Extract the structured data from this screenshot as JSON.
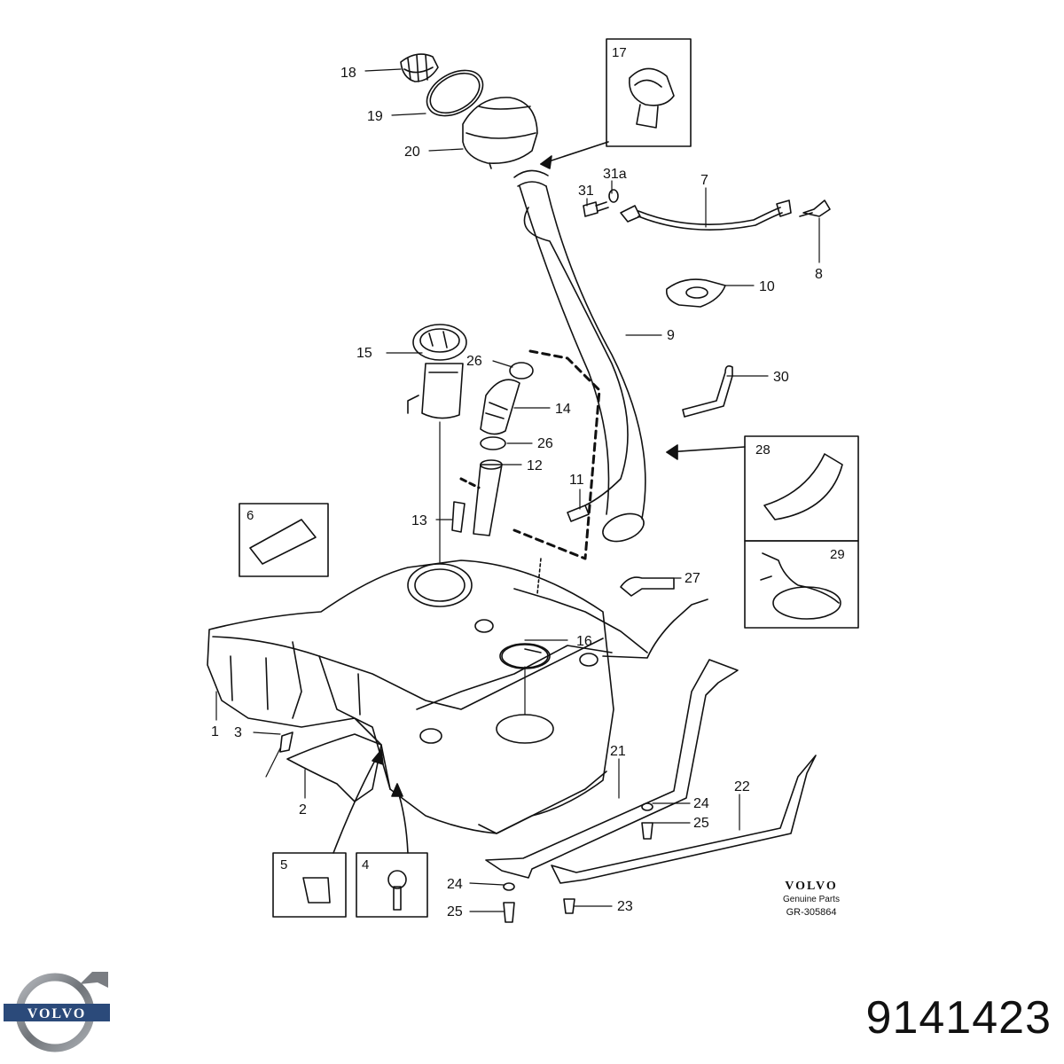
{
  "callouts": [
    {
      "id": "18",
      "text": "18"
    },
    {
      "id": "19",
      "text": "19"
    },
    {
      "id": "20",
      "text": "20"
    },
    {
      "id": "17",
      "text": "17"
    },
    {
      "id": "31",
      "text": "31"
    },
    {
      "id": "31a",
      "text": "31a"
    },
    {
      "id": "7",
      "text": "7"
    },
    {
      "id": "8",
      "text": "8"
    },
    {
      "id": "10",
      "text": "10"
    },
    {
      "id": "9",
      "text": "9"
    },
    {
      "id": "15",
      "text": "15"
    },
    {
      "id": "26a",
      "text": "26"
    },
    {
      "id": "14",
      "text": "14"
    },
    {
      "id": "26b",
      "text": "26"
    },
    {
      "id": "12",
      "text": "12"
    },
    {
      "id": "30",
      "text": "30"
    },
    {
      "id": "28",
      "text": "28"
    },
    {
      "id": "11",
      "text": "11"
    },
    {
      "id": "13",
      "text": "13"
    },
    {
      "id": "6",
      "text": "6"
    },
    {
      "id": "29",
      "text": "29"
    },
    {
      "id": "27",
      "text": "27"
    },
    {
      "id": "16",
      "text": "16"
    },
    {
      "id": "1",
      "text": "1"
    },
    {
      "id": "3",
      "text": "3"
    },
    {
      "id": "2",
      "text": "2"
    },
    {
      "id": "21",
      "text": "21"
    },
    {
      "id": "22",
      "text": "22"
    },
    {
      "id": "24a",
      "text": "24"
    },
    {
      "id": "25a",
      "text": "25"
    },
    {
      "id": "5",
      "text": "5"
    },
    {
      "id": "4",
      "text": "4"
    },
    {
      "id": "24b",
      "text": "24"
    },
    {
      "id": "25b",
      "text": "25"
    },
    {
      "id": "23",
      "text": "23"
    }
  ],
  "signature": {
    "brand": "VOLVO",
    "subtitle": "Genuine Parts",
    "code": "GR-305864"
  },
  "logo": {
    "brand": "VOLVO",
    "ring_color": "#7a7d82",
    "bar_color": "#2b4a7a"
  },
  "part_number": "9141423"
}
